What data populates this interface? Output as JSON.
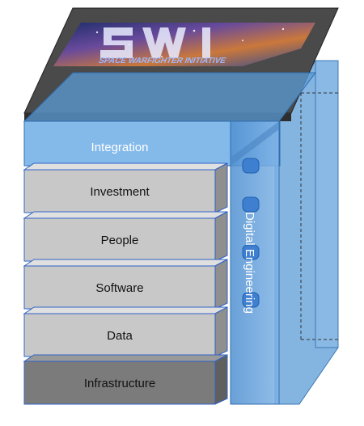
{
  "diagram": {
    "logo": {
      "name": "SWI",
      "tagline": "SPACE WARFIGHTER INITIATIVE"
    },
    "integration_label": "Integration",
    "digital_engineering_label": "Digital Engineering",
    "layers": [
      {
        "label": "Investment"
      },
      {
        "label": "People"
      },
      {
        "label": "Software"
      },
      {
        "label": "Data"
      },
      {
        "label": "Infrastructure"
      }
    ],
    "colors": {
      "slab_light": "#c8c8c8",
      "slab_dark": "#7b7b7b",
      "blue_glass": "#5b9bd5",
      "top_slab": "#3a3a3a"
    }
  }
}
